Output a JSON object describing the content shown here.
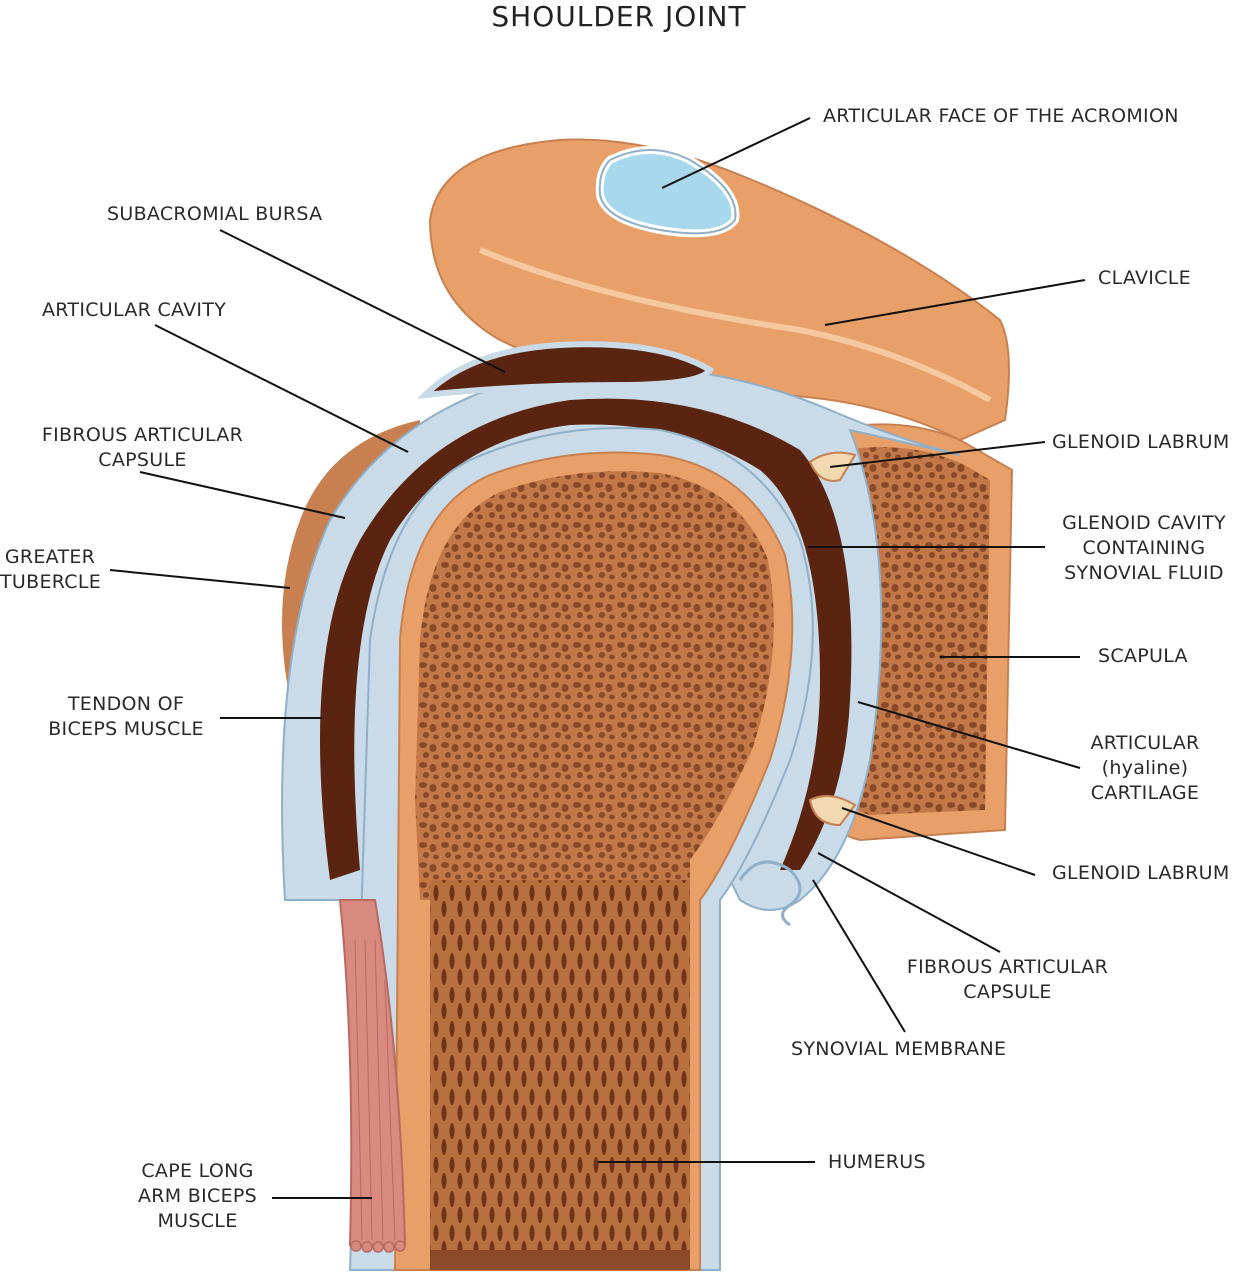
{
  "title": "SHOULDER JOINT",
  "labels": {
    "acromion_face": "ARTICULAR FACE OF THE ACROMION",
    "subacromial_bursa": "SUBACROMIAL BURSA",
    "clavicle": "CLAVICLE",
    "articular_cavity": "ARTICULAR CAVITY",
    "glenoid_labrum_top": "GLENOID LABRUM",
    "fibrous_capsule_left": [
      "FIBROUS ARTICULAR",
      "CAPSULE"
    ],
    "glenoid_cavity": [
      "GLENOID CAVITY",
      "CONTAINING",
      "SYNOVIAL FLUID"
    ],
    "greater_tubercle": [
      "GREATER",
      "TUBERCLE"
    ],
    "scapula": "SCAPULA",
    "biceps_tendon": [
      "TENDON OF",
      "BICEPS MUSCLE"
    ],
    "hyaline_cartilage": [
      "ARTICULAR",
      "(hyaline)",
      "CARTILAGE"
    ],
    "glenoid_labrum_bottom": "GLENOID LABRUM",
    "fibrous_capsule_right": [
      "FIBROUS ARTICULAR",
      "CAPSULE"
    ],
    "synovial_membrane": "SYNOVIAL MEMBRANE",
    "humerus": "HUMERUS",
    "long_biceps": [
      "CAPE LONG",
      "ARM BICEPS",
      "MUSCLE"
    ]
  },
  "colors": {
    "bone": "#e8a068",
    "bone_shadow": "#c98050",
    "spongy": "#a86038",
    "dark_cavity": "#5a2410",
    "cartilage": "#c9dbe8",
    "capsule_line": "#8fb0c8",
    "bursa_fluid": "#a8d8ec",
    "muscle": "#d98a80"
  }
}
